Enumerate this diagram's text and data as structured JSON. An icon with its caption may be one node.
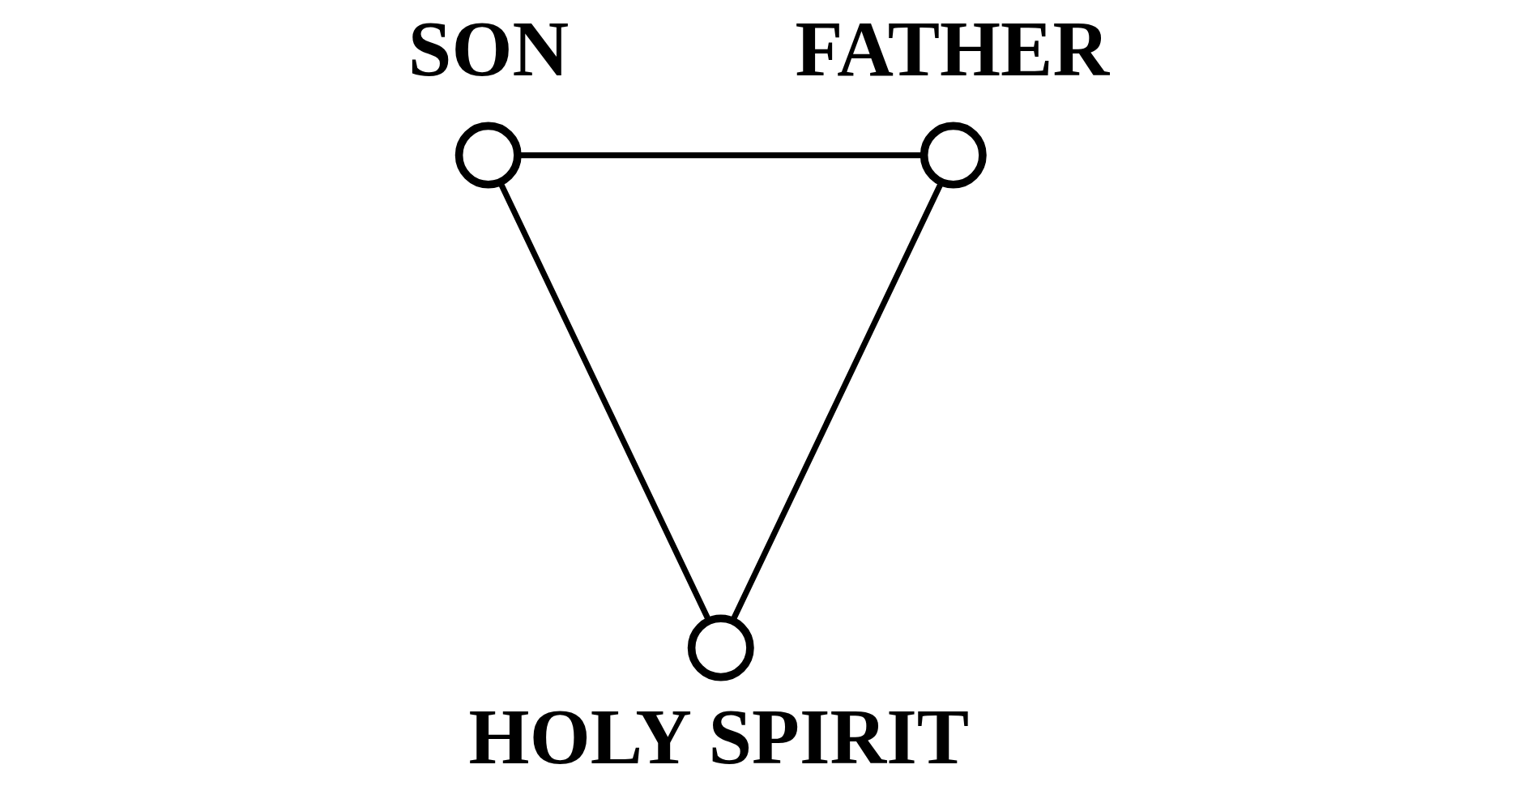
{
  "diagram": {
    "nodes": [
      {
        "text": [
          "SON"
        ]
      },
      {
        "text": [
          "FATHER"
        ]
      },
      {
        "text": [
          "HOLY SPIRIT"
        ]
      }
    ],
    "edges": [
      {
        "from": 0,
        "to": 1,
        "arrow": "none"
      },
      {
        "from": 0,
        "to": 2,
        "arrow": "none"
      },
      {
        "from": 1,
        "to": 2,
        "arrow": "none"
      }
    ]
  }
}
